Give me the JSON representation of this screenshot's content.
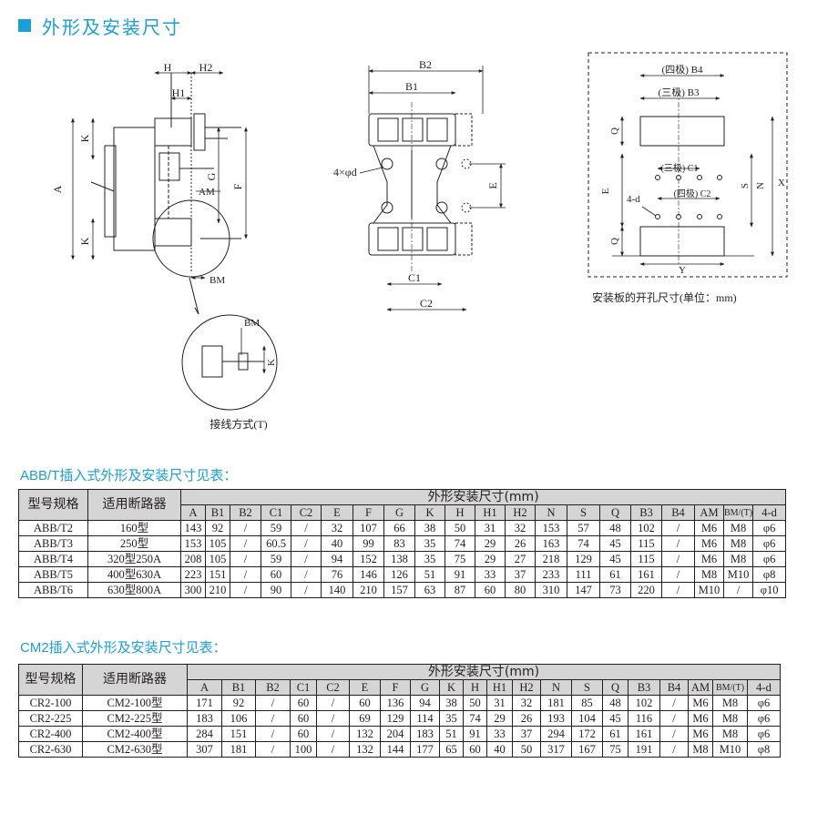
{
  "heading": "外形及安装尺寸",
  "diagram": {
    "side": {
      "H": "H",
      "H2": "H2",
      "H1": "H1",
      "K_top": "K",
      "A": "A",
      "G": "G",
      "AM": "AM",
      "F": "F",
      "K_bot": "K",
      "BM": "BM"
    },
    "detail": {
      "BM": "BM",
      "K": "K",
      "caption": "接线方式(T)"
    },
    "front": {
      "B2": "B2",
      "B1": "B1",
      "holes": "4×φd",
      "E": "E",
      "C1": "C1",
      "C2": "C2"
    },
    "plate": {
      "B4": "(四极) B4",
      "B3": "(三极) B3",
      "C1": "(三极) C1",
      "C2": "(四极) C2",
      "hole": "4-d",
      "Q_top": "Q",
      "E": "E",
      "Q_bot": "Q",
      "S": "S",
      "N": "N",
      "X": "X",
      "Y": "Y",
      "caption": "安装板的开孔尺寸(单位：mm)"
    }
  },
  "tables": [
    {
      "title": "ABB/T插入式外形及安装尺寸见表：",
      "model_header": "型号规格",
      "breaker_header": "适用断路器",
      "group_header": "外形安装尺寸(mm)",
      "columns": [
        "A",
        "B1",
        "B2",
        "C1",
        "C2",
        "E",
        "F",
        "G",
        "K",
        "H",
        "H1",
        "H2",
        "N",
        "S",
        "Q",
        "B3",
        "B4",
        "AM",
        "BM/(T)",
        "4-d"
      ],
      "rows": [
        [
          "ABB/T2",
          "160型",
          "143",
          "92",
          "/",
          "59",
          "/",
          "32",
          "107",
          "66",
          "38",
          "50",
          "31",
          "32",
          "153",
          "57",
          "48",
          "102",
          "/",
          "M6",
          "M8",
          "φ6"
        ],
        [
          "ABB/T3",
          "250型",
          "153",
          "105",
          "/",
          "60.5",
          "/",
          "40",
          "99",
          "83",
          "35",
          "74",
          "29",
          "26",
          "163",
          "74",
          "45",
          "115",
          "/",
          "M6",
          "M8",
          "φ6"
        ],
        [
          "ABB/T4",
          "320型250A",
          "208",
          "105",
          "/",
          "59",
          "/",
          "94",
          "152",
          "138",
          "35",
          "75",
          "29",
          "27",
          "218",
          "129",
          "45",
          "115",
          "/",
          "M6",
          "M8",
          "φ6"
        ],
        [
          "ABB/T5",
          "400型630A",
          "223",
          "151",
          "/",
          "60",
          "/",
          "76",
          "146",
          "126",
          "51",
          "91",
          "33",
          "37",
          "233",
          "111",
          "61",
          "161",
          "/",
          "M8",
          "M10",
          "φ8"
        ],
        [
          "ABB/T6",
          "630型800A",
          "300",
          "210",
          "/",
          "90",
          "/",
          "140",
          "210",
          "157",
          "63",
          "87",
          "60",
          "80",
          "310",
          "147",
          "73",
          "220",
          "/",
          "M10",
          "/",
          "φ10"
        ]
      ]
    },
    {
      "title": "CM2插入式外形及安装尺寸见表：",
      "model_header": "型号规格",
      "breaker_header": "适用断路器",
      "group_header": "外形安装尺寸(mm)",
      "columns": [
        "A",
        "B1",
        "B2",
        "C1",
        "C2",
        "E",
        "F",
        "G",
        "K",
        "H",
        "H1",
        "H2",
        "N",
        "S",
        "Q",
        "B3",
        "B4",
        "AM",
        "BM/(T)",
        "4-d"
      ],
      "rows": [
        [
          "CR2-100",
          "CM2-100型",
          "171",
          "92",
          "/",
          "60",
          "/",
          "60",
          "136",
          "94",
          "38",
          "50",
          "31",
          "32",
          "181",
          "85",
          "48",
          "102",
          "/",
          "M6",
          "M8",
          "φ6"
        ],
        [
          "CR2-225",
          "CM2-225型",
          "183",
          "106",
          "/",
          "60",
          "/",
          "69",
          "129",
          "114",
          "35",
          "74",
          "29",
          "26",
          "193",
          "104",
          "45",
          "116",
          "/",
          "M6",
          "M8",
          "φ6"
        ],
        [
          "CR2-400",
          "CM2-400型",
          "284",
          "151",
          "/",
          "60",
          "/",
          "132",
          "204",
          "183",
          "51",
          "91",
          "33",
          "37",
          "294",
          "172",
          "61",
          "161",
          "/",
          "M6",
          "M8",
          "φ6"
        ],
        [
          "CR2-630",
          "CM2-630型",
          "307",
          "181",
          "/",
          "100",
          "/",
          "132",
          "144",
          "177",
          "65",
          "60",
          "40",
          "50",
          "317",
          "167",
          "75",
          "191",
          "/",
          "M8",
          "M10",
          "φ8"
        ]
      ]
    }
  ]
}
